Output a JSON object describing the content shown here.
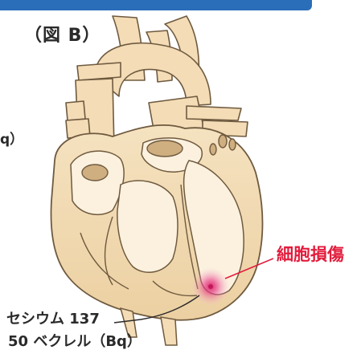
{
  "figure": {
    "label": "（図 B）",
    "cropped_label": "q）"
  },
  "annotations": {
    "damage": "細胞損傷",
    "source_line1": "セシウム 137",
    "source_line2": "50 ベクレル（Bq）"
  },
  "colors": {
    "header_bar": "#2a6db8",
    "heart_fill": "#f3dcb6",
    "heart_shadow": "#d9b98b",
    "outline": "#6f5a3f",
    "damage_text": "#e21d3d",
    "damage_glow": "#e8408a"
  },
  "icons": [
    "heart-illustration-icon",
    "radiation-spot-icon"
  ]
}
